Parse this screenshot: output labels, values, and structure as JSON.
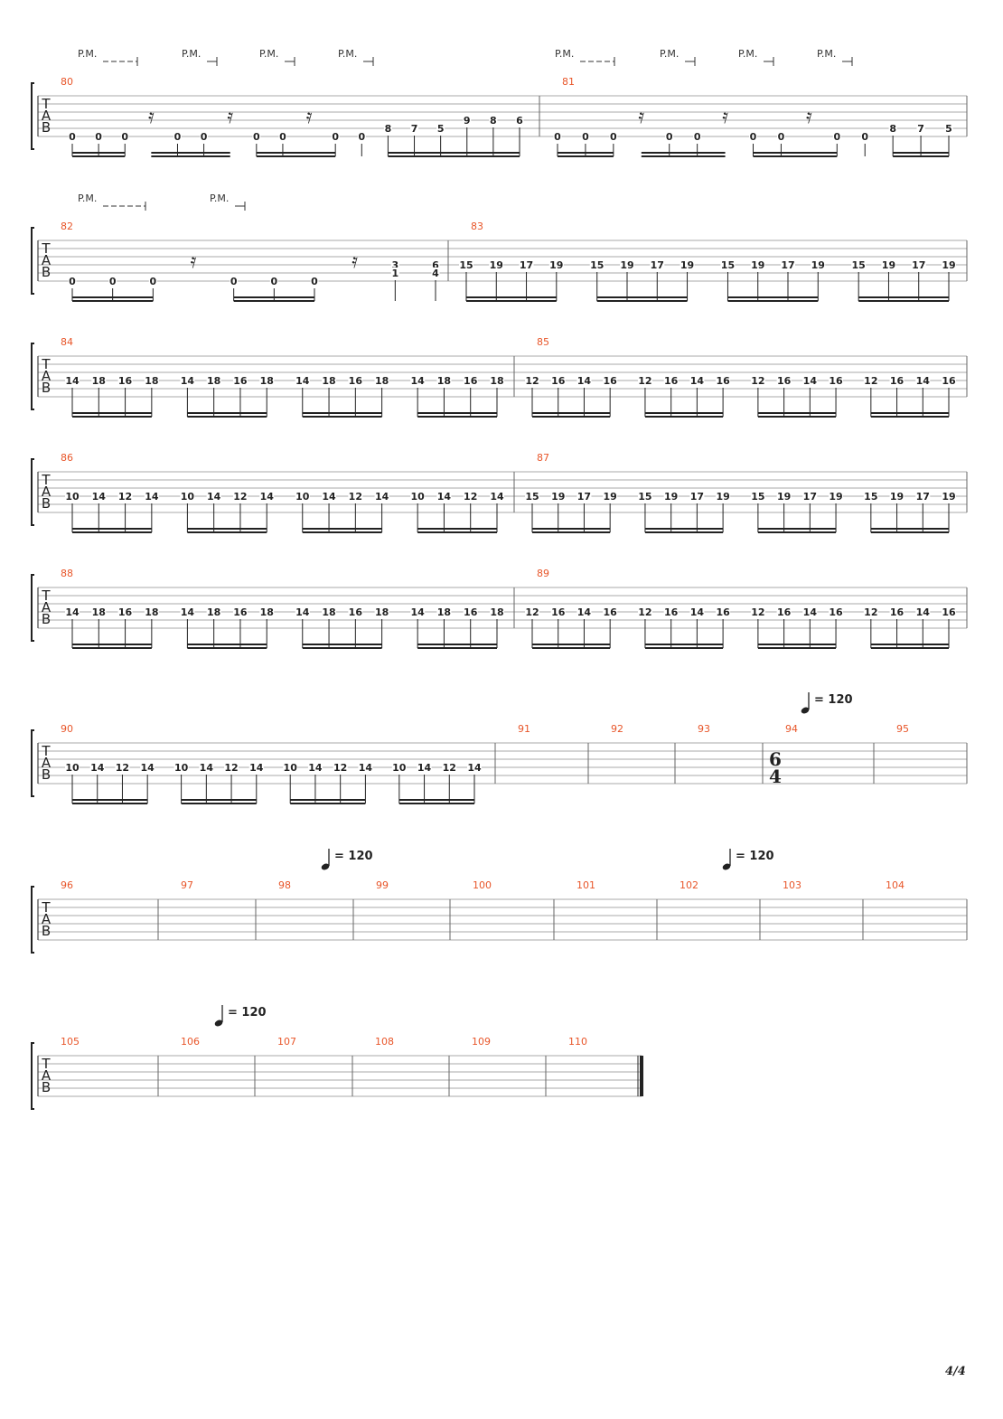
{
  "labels": {
    "pm": "P.M.",
    "tab": [
      "T",
      "A",
      "B"
    ],
    "tempo_eq": "= 120"
  },
  "page_number": "4/4",
  "colors": {
    "measure_number": "#e8562a",
    "ink": "#222222",
    "line": "#aaaaaa"
  },
  "systems": [
    {
      "pm": [
        {
          "dashes": 4
        },
        {
          "dashes": 1
        },
        {
          "dashes": 1
        },
        {
          "dashes": 1
        },
        {
          "dashes": 4
        },
        {
          "dashes": 1
        },
        {
          "dashes": 1
        },
        {
          "dashes": 1
        }
      ],
      "measures": [
        {
          "number": "80",
          "notes": [
            [
              6,
              "0"
            ],
            [
              6,
              "0"
            ],
            [
              6,
              "0"
            ],
            [
              "r"
            ],
            [
              6,
              "0"
            ],
            [
              6,
              "0"
            ],
            [
              "r"
            ],
            [
              6,
              "0"
            ],
            [
              6,
              "0"
            ],
            [
              "r"
            ],
            [
              6,
              "0"
            ],
            [
              6,
              "0"
            ],
            [
              5,
              "8"
            ],
            [
              5,
              "7"
            ],
            [
              5,
              "5"
            ],
            [
              4,
              "9"
            ],
            [
              4,
              "8"
            ],
            [
              4,
              "6"
            ]
          ],
          "beams": [
            [
              0,
              2
            ],
            [
              3,
              6
            ],
            [
              7,
              10
            ],
            [
              12,
              17
            ]
          ]
        },
        {
          "number": "81",
          "notes": [
            [
              6,
              "0"
            ],
            [
              6,
              "0"
            ],
            [
              6,
              "0"
            ],
            [
              "r"
            ],
            [
              6,
              "0"
            ],
            [
              6,
              "0"
            ],
            [
              "r"
            ],
            [
              6,
              "0"
            ],
            [
              6,
              "0"
            ],
            [
              "r"
            ],
            [
              6,
              "0"
            ],
            [
              6,
              "0"
            ],
            [
              5,
              "8"
            ],
            [
              5,
              "7"
            ],
            [
              5,
              "5"
            ]
          ],
          "beams": [
            [
              0,
              2
            ],
            [
              3,
              6
            ],
            [
              7,
              10
            ],
            [
              12,
              14
            ]
          ]
        }
      ]
    },
    {
      "pm": [
        {
          "dashes": 5
        },
        {
          "dashes": 1
        }
      ],
      "measures": [
        {
          "number": "82",
          "notes": [
            [
              6,
              "0"
            ],
            [
              6,
              "0"
            ],
            [
              6,
              "0"
            ],
            [
              "r"
            ],
            [
              6,
              "0"
            ],
            [
              6,
              "0"
            ],
            [
              6,
              "0"
            ],
            [
              "r"
            ],
            [
              [
                4,
                "3"
              ],
              [
                5,
                "1"
              ]
            ],
            [
              [
                4,
                "6"
              ],
              [
                5,
                "4"
              ]
            ]
          ],
          "beams": [
            [
              0,
              2
            ],
            [
              4,
              6
            ]
          ]
        },
        {
          "number": "83",
          "pattern": [
            "15",
            "19",
            "17",
            "19"
          ]
        }
      ]
    },
    {
      "measures": [
        {
          "number": "84",
          "pattern": [
            "14",
            "18",
            "16",
            "18"
          ]
        },
        {
          "number": "85",
          "pattern": [
            "12",
            "16",
            "14",
            "16"
          ]
        }
      ]
    },
    {
      "measures": [
        {
          "number": "86",
          "pattern": [
            "10",
            "14",
            "12",
            "14"
          ]
        },
        {
          "number": "87",
          "pattern": [
            "15",
            "19",
            "17",
            "19"
          ]
        }
      ]
    },
    {
      "measures": [
        {
          "number": "88",
          "pattern": [
            "14",
            "18",
            "16",
            "18"
          ]
        },
        {
          "number": "89",
          "pattern": [
            "12",
            "16",
            "14",
            "16"
          ]
        }
      ]
    },
    {
      "measures": [
        {
          "number": "90",
          "pattern": [
            "10",
            "14",
            "12",
            "14"
          ]
        },
        {
          "number": "91"
        },
        {
          "number": "92"
        },
        {
          "number": "93"
        },
        {
          "number": "94",
          "tempo": "120",
          "time_signature": [
            "6",
            "4"
          ]
        },
        {
          "number": "95"
        }
      ]
    },
    {
      "measures": [
        {
          "number": "96"
        },
        {
          "number": "97"
        },
        {
          "number": "98",
          "tempo": "120"
        },
        {
          "number": "99"
        },
        {
          "number": "100"
        },
        {
          "number": "101"
        },
        {
          "number": "102",
          "tempo": "120"
        },
        {
          "number": "103"
        },
        {
          "number": "104"
        }
      ]
    },
    {
      "final": true,
      "measures": [
        {
          "number": "105"
        },
        {
          "number": "106",
          "tempo": "120"
        },
        {
          "number": "107"
        },
        {
          "number": "108"
        },
        {
          "number": "109"
        },
        {
          "number": "110"
        }
      ]
    }
  ]
}
